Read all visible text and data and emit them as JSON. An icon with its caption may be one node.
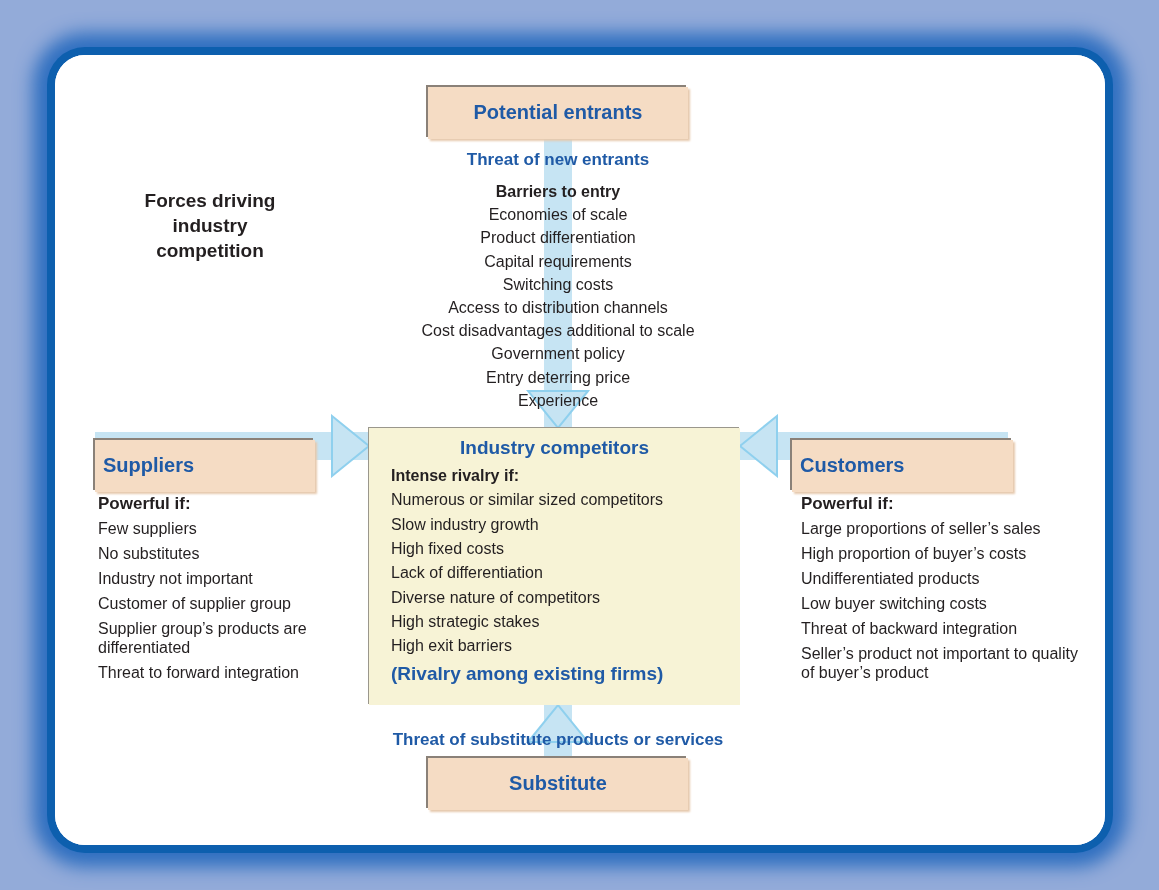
{
  "diagram": {
    "nodes": [
      {
        "text": [
          "Potential entrants"
        ]
      },
      {
        "text": [
          "Suppliers"
        ],
        "beside": [
          "Powerful if:",
          "Few suppliers",
          "No substitutes",
          "Industry not important",
          "Customer of supplier group",
          "Supplier group’s products are differentiated",
          "Threat to forward integration"
        ]
      },
      {
        "text": [
          "Industry competitors",
          "Intense rivalry if:",
          "Numerous or similar sized competitors",
          "Slow industry growth",
          "High fixed costs",
          "Lack of differentiation",
          "Diverse nature of competitors",
          "High strategic stakes",
          "High exit barriers",
          "(Rivalry among existing firms)"
        ]
      },
      {
        "text": [
          "Customers"
        ],
        "beside": [
          "Powerful if:",
          "Large proportions of seller’s sales",
          "High proportion of buyer’s costs",
          "Undifferentiated products",
          "Low buyer switching costs",
          "Threat of backward integration",
          "Seller’s product not important to quality of buyer’s product"
        ]
      },
      {
        "text": [
          "Substitute"
        ]
      }
    ],
    "edges": [
      {
        "from": 0,
        "to": 2,
        "arrow": "to",
        "label": "Threat of new entrants"
      },
      {
        "from": 1,
        "to": 2,
        "arrow": "to"
      },
      {
        "from": 3,
        "to": 2,
        "arrow": "to"
      },
      {
        "from": 4,
        "to": 2,
        "arrow": "to",
        "label": "Threat of substitute products or services"
      }
    ],
    "title": "Forces driving industry competition",
    "labels": [
      "Barriers to entry",
      "Economies of scale",
      "Product differentiation",
      "Capital requirements",
      "Switching costs",
      "Access to distribution channels",
      "Cost disadvantages additional to scale",
      "Government policy",
      "Entry deterring price",
      "Experience"
    ]
  }
}
